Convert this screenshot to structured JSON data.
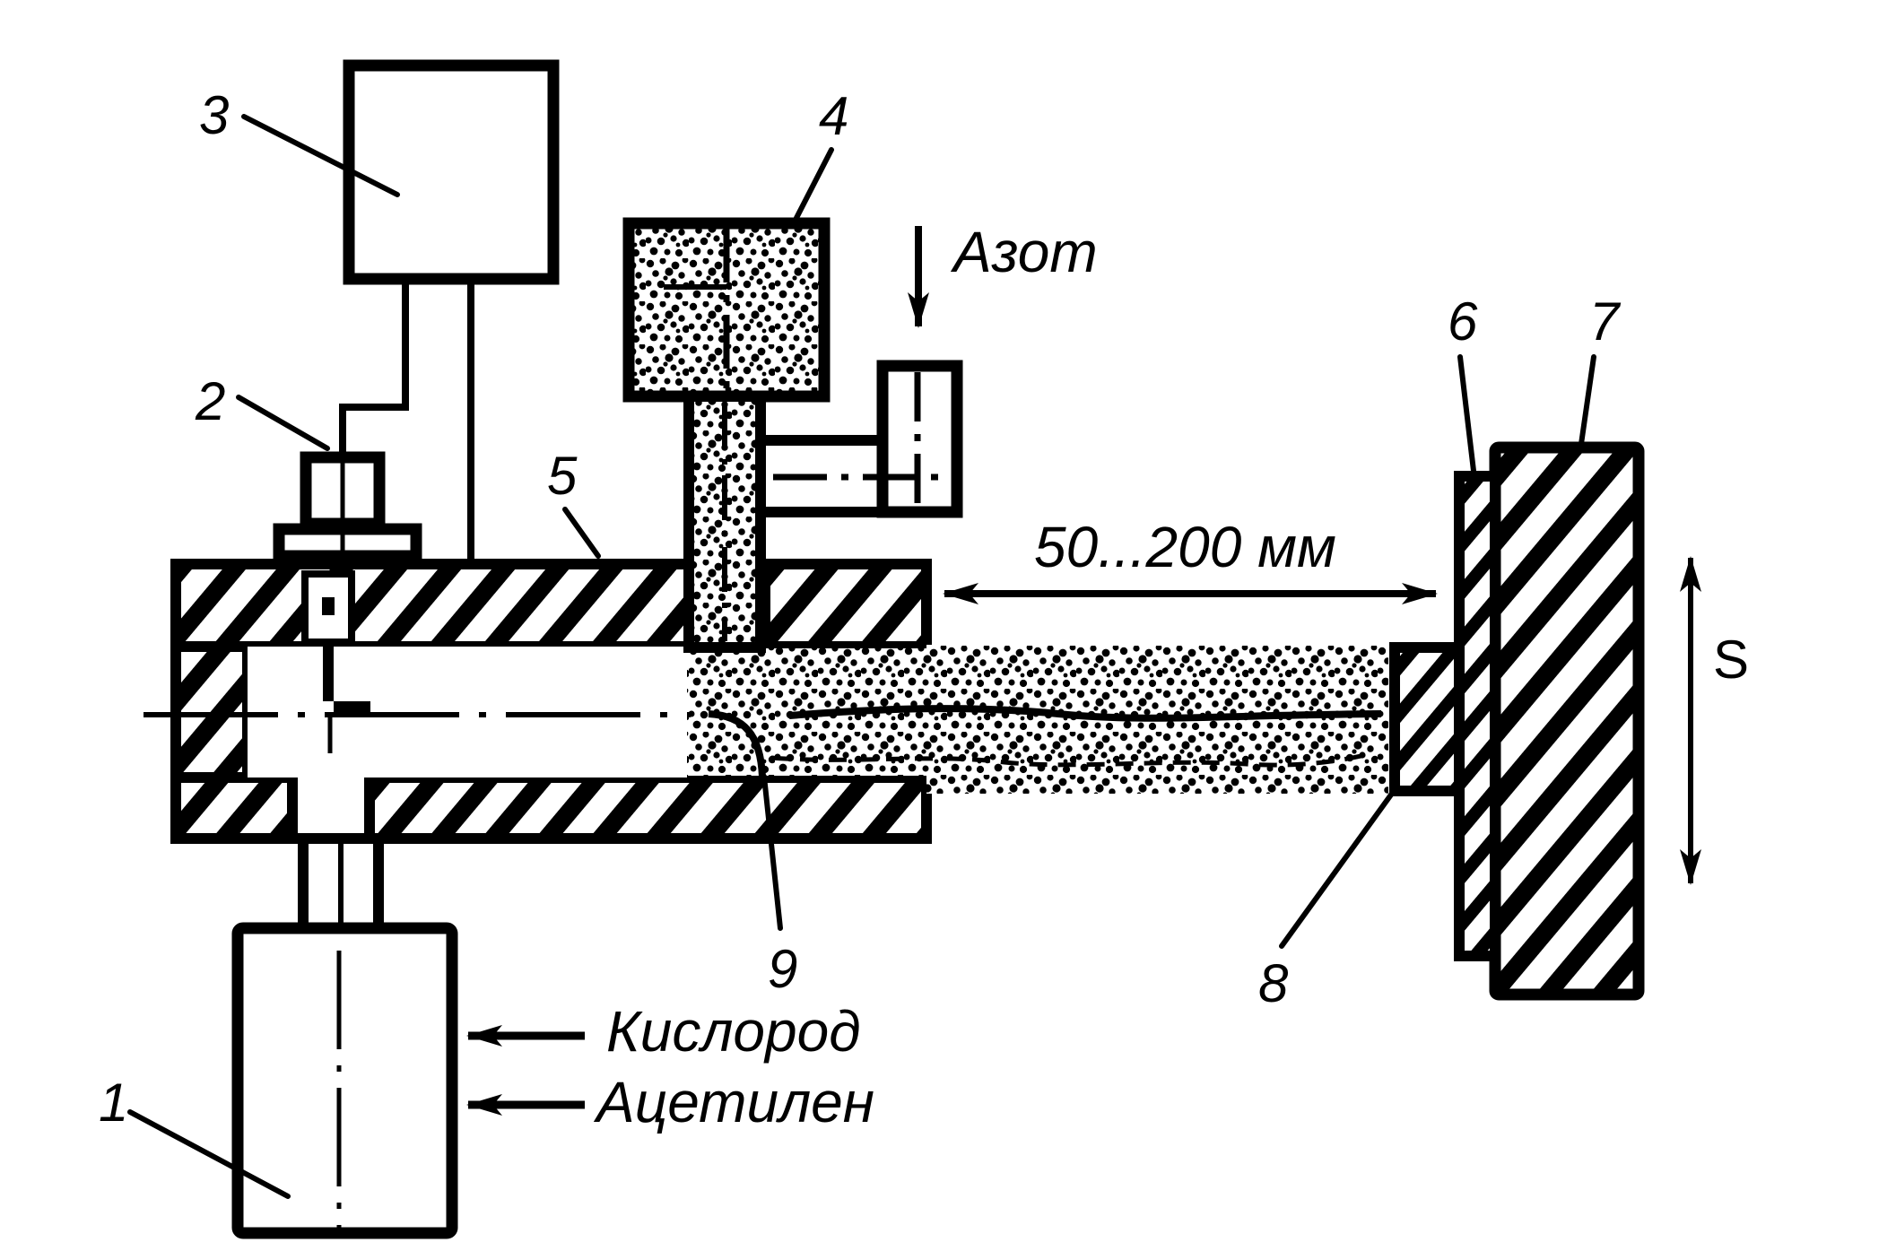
{
  "figure": {
    "type": "schematic",
    "subject": "flame powder spraying setup"
  },
  "callouts": [
    {
      "id": "1",
      "label": "1"
    },
    {
      "id": "2",
      "label": "2"
    },
    {
      "id": "3",
      "label": "3"
    },
    {
      "id": "4",
      "label": "4"
    },
    {
      "id": "5",
      "label": "5"
    },
    {
      "id": "6",
      "label": "6"
    },
    {
      "id": "7",
      "label": "7"
    },
    {
      "id": "8",
      "label": "8"
    },
    {
      "id": "9",
      "label": "9"
    }
  ],
  "labels": {
    "nitrogen": "Азот",
    "oxygen": "Кислород",
    "acetylene": "Ацетилен",
    "distance": "50...200 мм",
    "motion": "S"
  },
  "gas_inputs": [
    {
      "name": "oxygen",
      "label": "Кислород",
      "direction": "left"
    },
    {
      "name": "acetylene",
      "label": "Ацетилен",
      "direction": "left"
    },
    {
      "name": "nitrogen",
      "label": "Азот",
      "direction": "down"
    }
  ],
  "dimension": {
    "min_mm": 50,
    "max_mm": 200,
    "unit": "мм",
    "text": "50...200 мм"
  },
  "colors": {
    "ink": "#000000",
    "paper": "#ffffff"
  }
}
